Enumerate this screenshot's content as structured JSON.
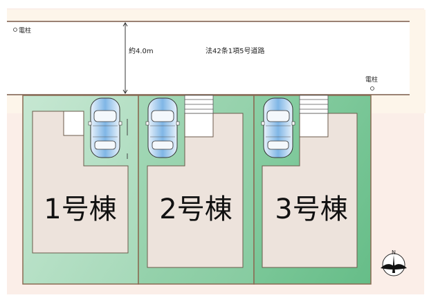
{
  "road": {
    "width_label": "約4.0m",
    "name": "法42条1項5号道路"
  },
  "poles": [
    {
      "label": "電柱"
    },
    {
      "label": "電柱"
    }
  ],
  "lots": [
    {
      "label": "1号棟"
    },
    {
      "label": "2号棟"
    },
    {
      "label": "3号棟"
    }
  ],
  "compass": {
    "label": "N"
  },
  "colors": {
    "background": "#fbeee8",
    "road": "#ffffff",
    "lot_green_light": "#bfe3cc",
    "lot_green_dark": "#6cbf8c",
    "building": "#ede3dc",
    "boundary": "#8a6a52"
  }
}
